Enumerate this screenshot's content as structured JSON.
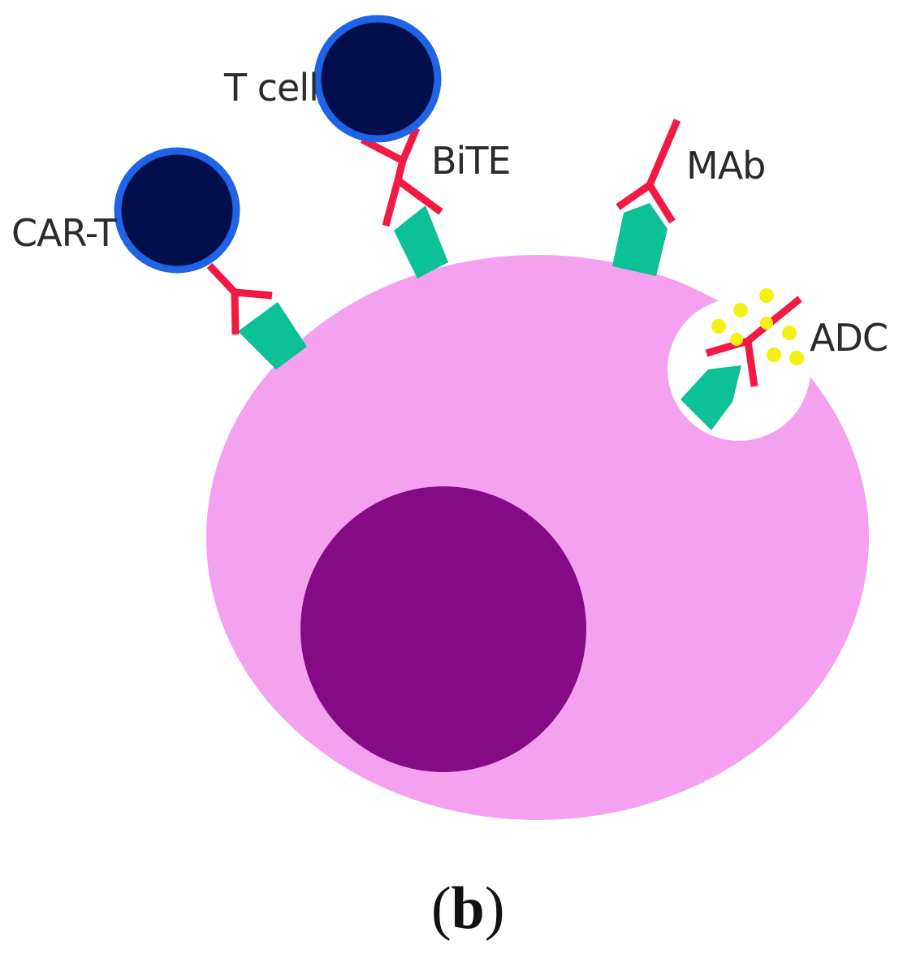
{
  "labels": {
    "car_t": "CAR-T",
    "t_cell": "T cell",
    "bite": "BiTE",
    "mab": "MAb",
    "adc": "ADC"
  },
  "panel": {
    "open": "(",
    "letter": "b",
    "close": ")"
  },
  "colors": {
    "tumor_cell": "#f4a2f0",
    "nucleus": "#850a85",
    "t_cell_fill": "#020f4d",
    "t_cell_ring": "#1f63e6",
    "antigen": "#0cc195",
    "antibody": "#f21a45",
    "payload": "#f5ef14"
  }
}
